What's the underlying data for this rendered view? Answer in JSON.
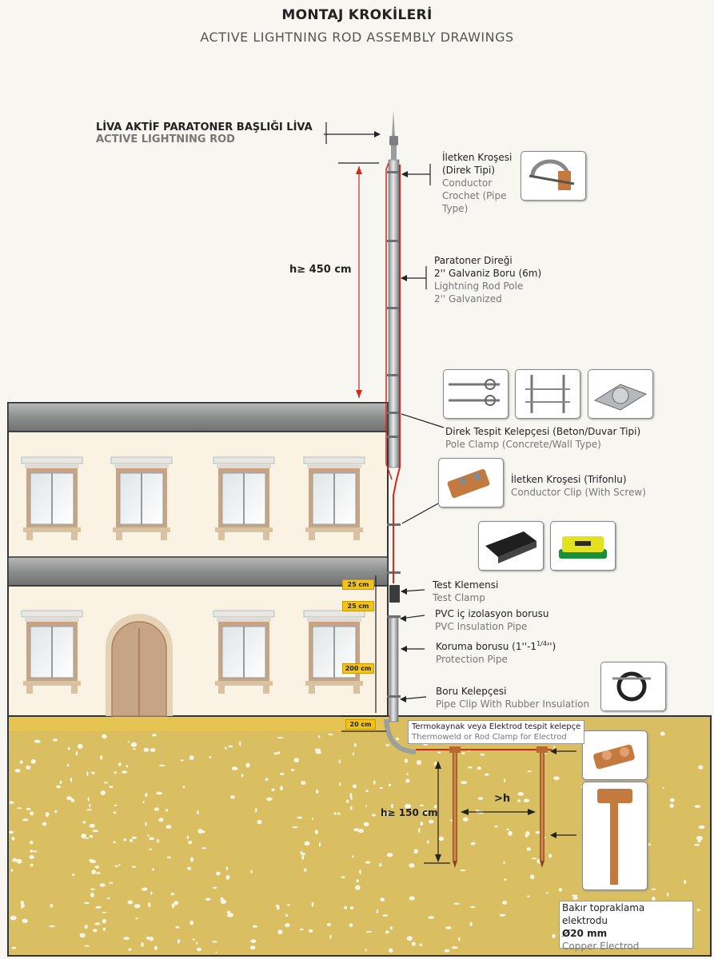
{
  "title": {
    "main": "MONTAJ KROKİLERİ",
    "sub": "ACTIVE LIGHTNING ROD ASSEMBLY DRAWINGS"
  },
  "rod_head": {
    "tr": "LİVA AKTİF PARATONER BAŞLIĞI LİVA",
    "en": "ACTIVE LIGHTNING ROD"
  },
  "labels": {
    "conductor_crochet": {
      "tr1": "İletken Kroşesi",
      "tr2": "(Direk Tipi)",
      "en1": "Conductor",
      "en2": "Crochet (Pipe",
      "en3": "Type)"
    },
    "pole": {
      "tr1": "Paratoner Direği",
      "tr2": "2'' Galvaniz Boru (6m)",
      "en1": "Lightning Rod Pole",
      "en2": "2'' Galvanized"
    },
    "pole_clamp": {
      "tr": "Direk Tespit Kelepçesi (Beton/Duvar Tipi)",
      "en": "Pole Clamp (Concrete/Wall Type)"
    },
    "conductor_clip": {
      "tr": "İletken Kroşesi (Trifonlu)",
      "en": "Conductor Clip (With Screw)"
    },
    "test_clamp": {
      "tr": "Test Klemensi",
      "en": "Test Clamp"
    },
    "pvc_pipe": {
      "tr": "PVC iç izolasyon borusu",
      "en": "PVC Insulation Pipe"
    },
    "protection_pipe": {
      "tr": "Koruma borusu (1''-1",
      "tr_sup": "1/4",
      "tr_end": "'')",
      "en": "Protection Pipe"
    },
    "pipe_clip": {
      "tr": "Boru Kelepçesi",
      "en": "Pipe Clip With Rubber Insulation"
    },
    "thermoweld": {
      "tr": "Termokaynak veya Elektrod tespit kelepçe",
      "en": "Thermoweld or Rod Clamp for Electrod"
    },
    "copper_electrode": {
      "tr": "Bakır topraklama elektrodu",
      "size": "Ø20 mm",
      "en": "Copper Electrod"
    }
  },
  "dimensions": {
    "rod_height": "h≥ 450 cm",
    "electrode_depth": "h≥ 150 cm",
    "electrode_spacing": ">h",
    "tags": [
      "25 cm",
      "25 cm",
      "200 cm",
      "20 cm"
    ]
  },
  "colors": {
    "conductor": "#d9251c",
    "soil": "#d9be62",
    "building": "#faf3e4",
    "roof": "#8d8f8f",
    "copper": "#b86a2e"
  }
}
